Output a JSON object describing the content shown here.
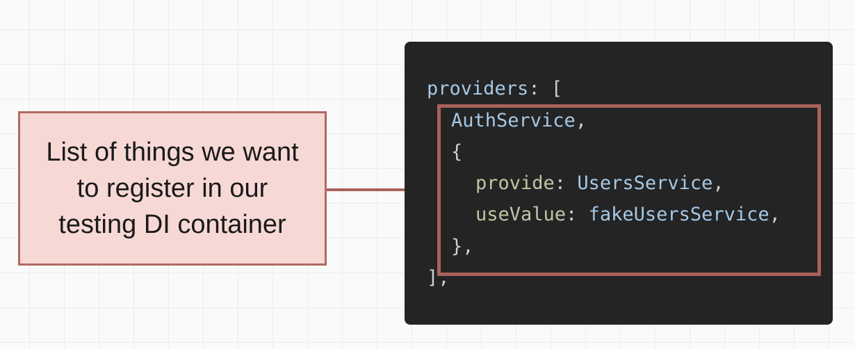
{
  "callout": {
    "text": "List of things we want\nto register in our\ntesting DI container"
  },
  "code": {
    "line1": {
      "key": "providers",
      "colon": ":",
      "bracket": " ["
    },
    "line2": {
      "ident": "AuthService",
      "comma": ","
    },
    "line3": {
      "brace": "{"
    },
    "line4": {
      "key": "provide",
      "colon": ":",
      "value": "UsersService",
      "comma": ","
    },
    "line5": {
      "key": "useValue",
      "colon": ":",
      "value": "fakeUsersService",
      "comma": ","
    },
    "line6": {
      "brace": "},"
    },
    "line7": {
      "bracket": "],"
    }
  },
  "colors": {
    "callout_fill": "#f6d8d4",
    "callout_border": "#b06a61",
    "highlight_border": "#a9625b",
    "code_background": "#242424"
  }
}
